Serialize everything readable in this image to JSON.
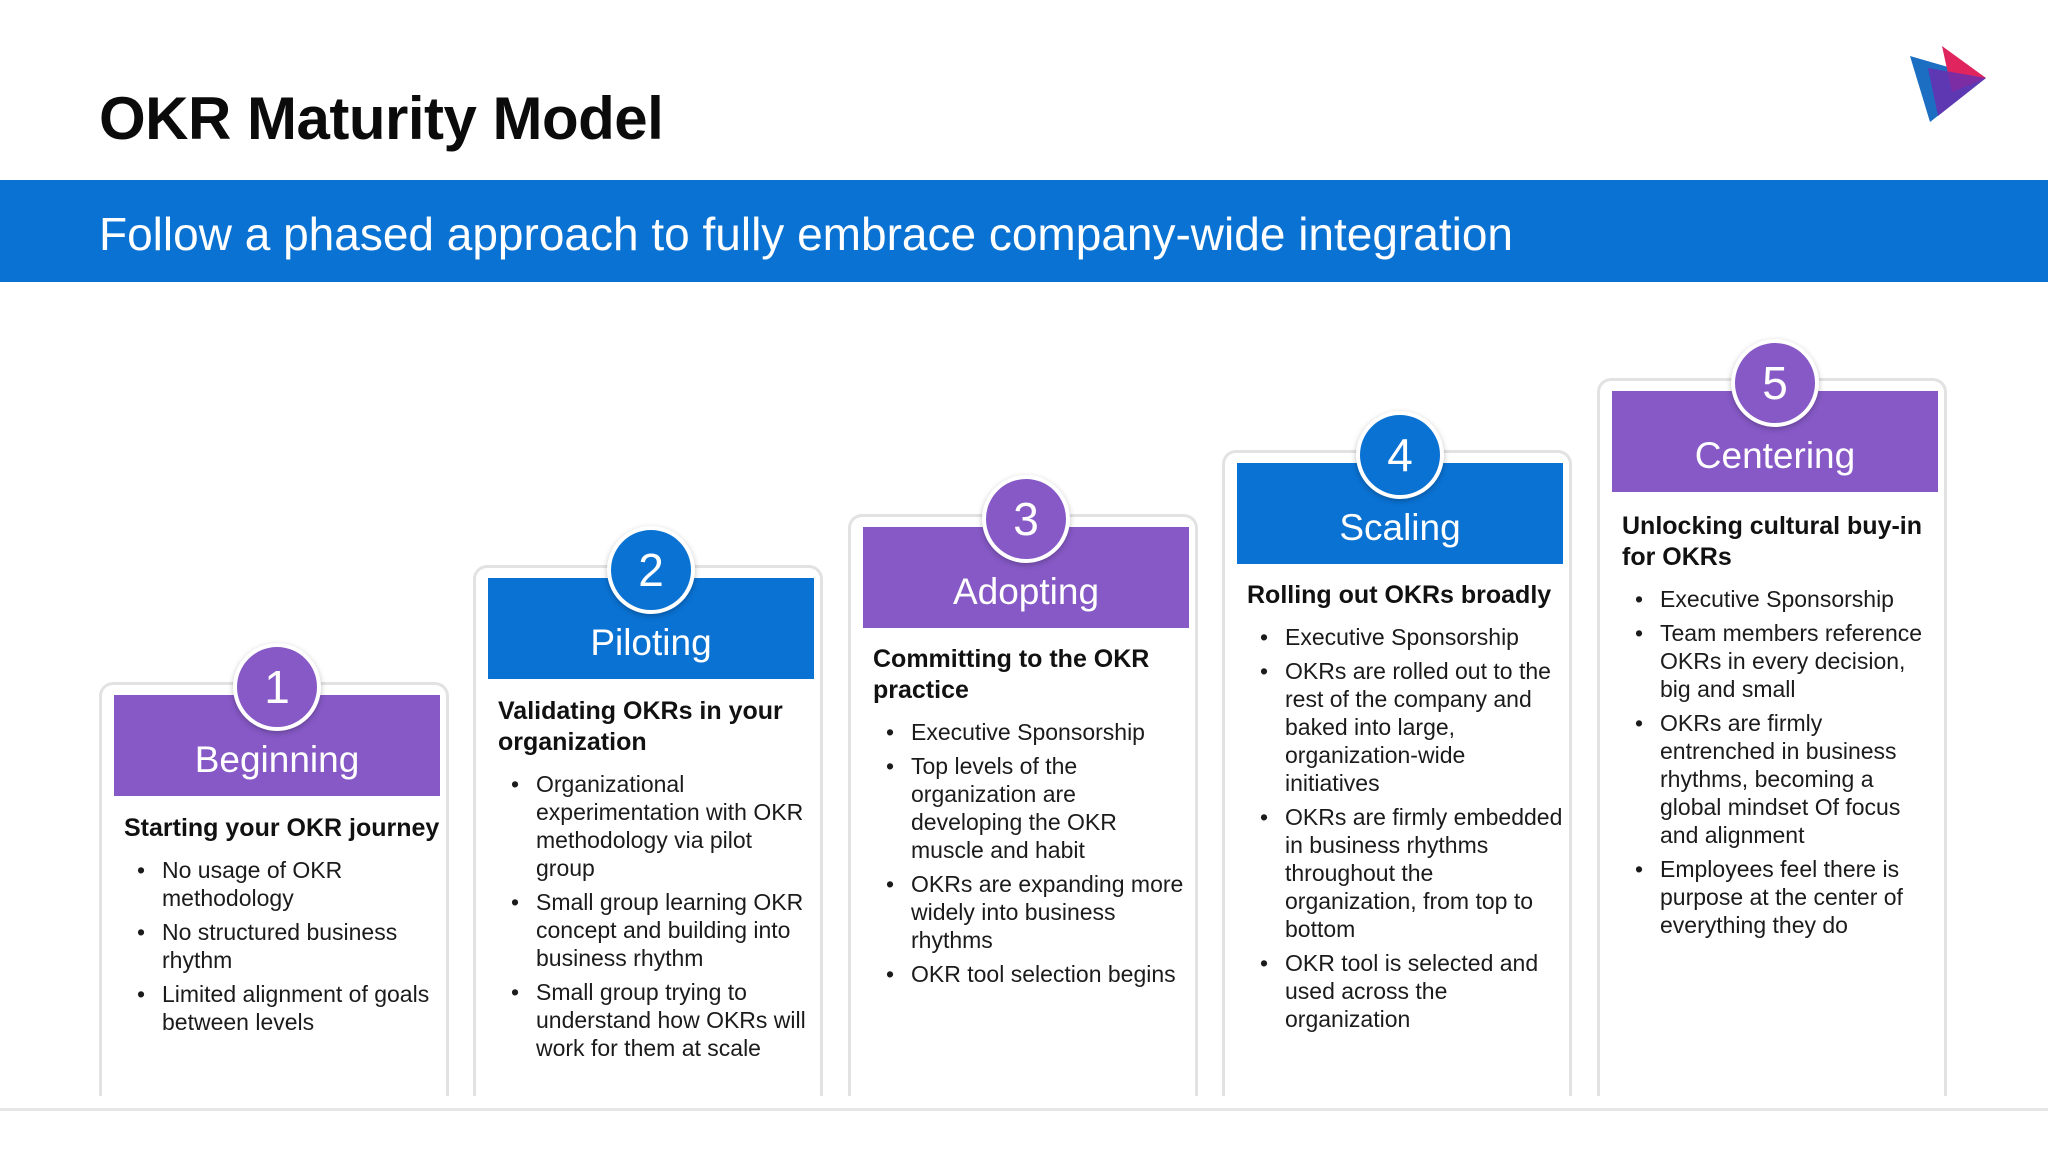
{
  "title": "OKR Maturity Model",
  "banner": "Follow a phased approach to fully embrace company-wide integration",
  "colors": {
    "blue": "#0a72d3",
    "purple": "#8659c6"
  },
  "stages": [
    {
      "number": "1",
      "name": "Beginning",
      "subtitle": "Starting your OKR journey",
      "bullets": [
        "No usage of OKR methodology",
        "No structured business rhythm",
        "Limited alignment of goals between levels"
      ]
    },
    {
      "number": "2",
      "name": "Piloting",
      "subtitle": "Validating OKRs in your organization",
      "bullets": [
        "Organizational experimentation with OKR methodology via pilot group",
        "Small group learning OKR concept and building into business rhythm",
        "Small group trying to understand how OKRs will work for them at scale"
      ]
    },
    {
      "number": "3",
      "name": "Adopting",
      "subtitle": "Committing to the OKR practice",
      "bullets": [
        "Executive Sponsorship",
        "Top levels of the organization are developing the OKR muscle and habit",
        "OKRs are expanding more widely into business rhythms",
        "OKR tool selection begins"
      ]
    },
    {
      "number": "4",
      "name": "Scaling",
      "subtitle": "Rolling out OKRs broadly",
      "bullets": [
        "Executive Sponsorship",
        "OKRs are rolled out to the rest of the company and baked into large, organization-wide initiatives",
        "OKRs are firmly embedded in business rhythms throughout the organization, from top to bottom",
        "OKR tool is selected and used across the organization"
      ]
    },
    {
      "number": "5",
      "name": "Centering",
      "subtitle": "Unlocking cultural buy-in for OKRs",
      "bullets": [
        "Executive Sponsorship",
        "Team members reference OKRs in every decision, big and small",
        "OKRs are firmly entrenched in business rhythms, becoming a global mindset Of focus and alignment",
        "Employees feel there is purpose at the center of everything they do"
      ]
    }
  ]
}
